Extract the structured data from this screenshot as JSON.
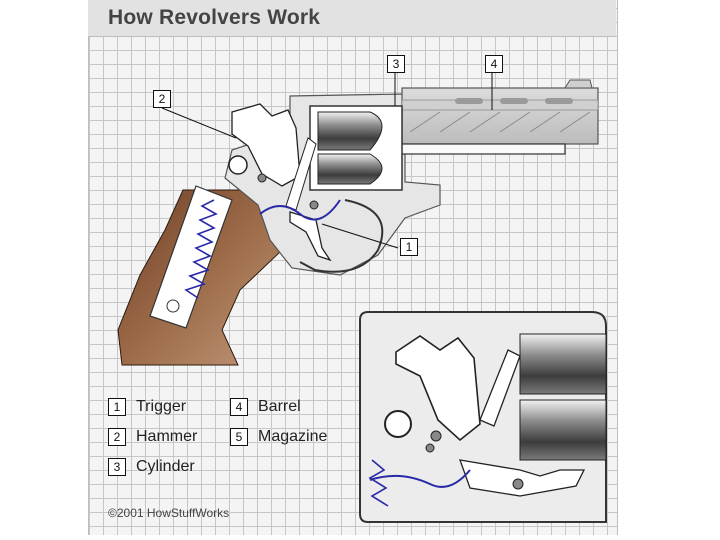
{
  "title": "How Revolvers Work",
  "callouts": [
    {
      "num": "1"
    },
    {
      "num": "2"
    },
    {
      "num": "3"
    },
    {
      "num": "4"
    }
  ],
  "legend": [
    {
      "num": "1",
      "label": "Trigger"
    },
    {
      "num": "2",
      "label": "Hammer"
    },
    {
      "num": "3",
      "label": "Cylinder"
    },
    {
      "num": "4",
      "label": "Barrel"
    },
    {
      "num": "5",
      "label": "Magazine"
    }
  ],
  "copyright": "©2001 HowStuffWorks",
  "colors": {
    "grip": "#8a5a3c",
    "frame": "#e4e4e4",
    "spring": "#2a2aa8",
    "cylinder_dark": "#555555",
    "outline": "#222222"
  }
}
